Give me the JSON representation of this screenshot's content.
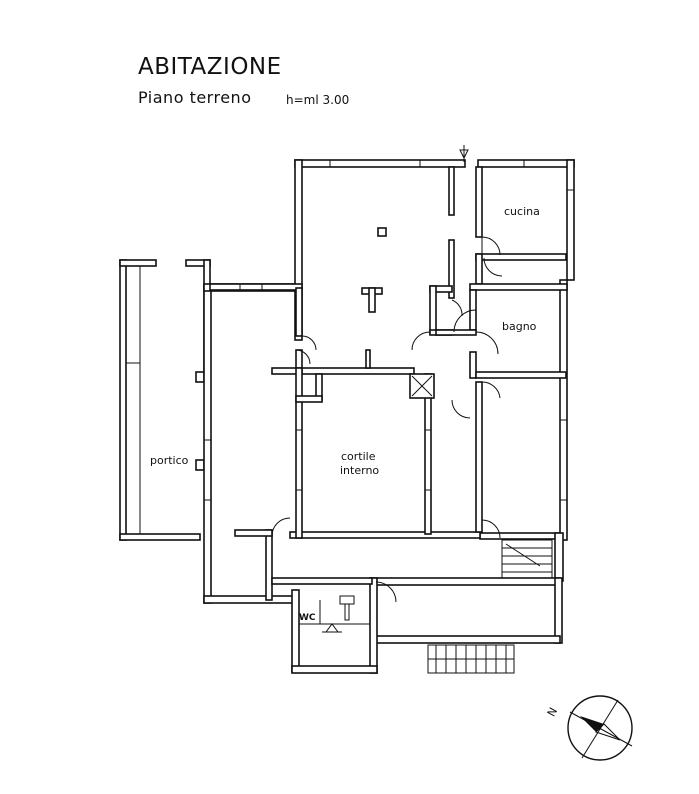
{
  "header": {
    "title": "ABITAZIONE",
    "subtitle": "Piano terreno",
    "height_note": "h=ml 3.00"
  },
  "rooms": {
    "cucina": "cucina",
    "bagno": "bagno",
    "portico": "portico",
    "cortile_line1": "cortile",
    "cortile_line2": "interno",
    "wc": "WC"
  },
  "compass": {
    "north_letter": "N",
    "icon": "compass-rose-icon"
  }
}
